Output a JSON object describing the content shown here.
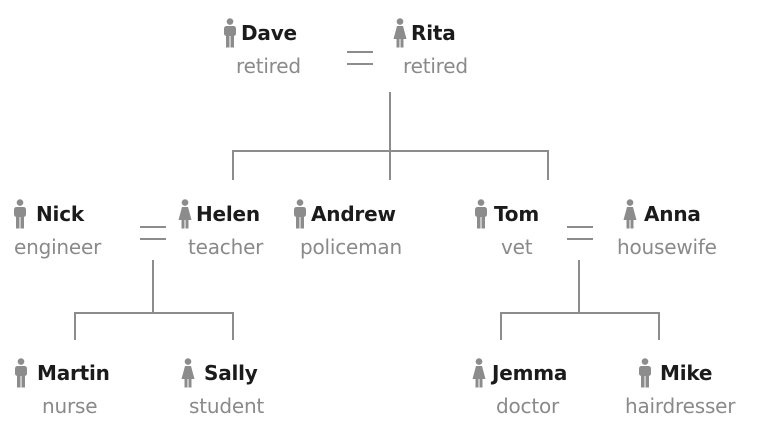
{
  "family_tree": {
    "dave": {
      "name": "Dave",
      "role": "retired",
      "icon": "male-person-icon"
    },
    "rita": {
      "name": "Rita",
      "role": "retired",
      "icon": "female-person-icon"
    },
    "nick": {
      "name": "Nick",
      "role": "engineer",
      "icon": "male-person-icon"
    },
    "helen": {
      "name": "Helen",
      "role": "teacher",
      "icon": "female-person-icon"
    },
    "andrew": {
      "name": "Andrew",
      "role": "policeman",
      "icon": "male-person-icon"
    },
    "tom": {
      "name": "Tom",
      "role": "vet",
      "icon": "male-person-icon"
    },
    "anna": {
      "name": "Anna",
      "role": "housewife",
      "icon": "female-person-icon"
    },
    "martin": {
      "name": "Martin",
      "role": "nurse",
      "icon": "male-person-icon"
    },
    "sally": {
      "name": "Sally",
      "role": "student",
      "icon": "female-person-icon"
    },
    "jemma": {
      "name": "Jemma",
      "role": "doctor",
      "icon": "female-person-icon"
    },
    "mike": {
      "name": "Mike",
      "role": "hairdresser",
      "icon": "male-person-icon"
    }
  },
  "colors": {
    "icon": "#8c8c8c",
    "name": "#1b1b1b",
    "role": "#8a8a8a",
    "line": "#8c8c8c"
  }
}
